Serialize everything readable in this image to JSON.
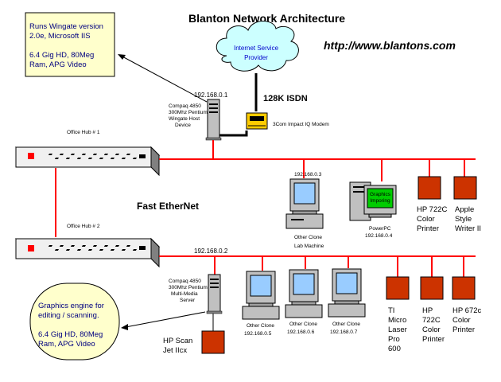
{
  "title": "Blanton Network Architecture",
  "url": "http://www.blantons.com",
  "colors": {
    "network_line": "#ff0000",
    "callout_fill": "#ffffcc",
    "callout_text": "#000080",
    "cloud_fill": "#ccffff",
    "cloud_text": "#0000cc",
    "printer_fill": "#cc3300",
    "monitor_screen": "#99ccff",
    "graphics_screen": "#00cc00",
    "modem_fill": "#ffcc00"
  },
  "callouts": {
    "top": {
      "line1": "Runs Wingate version",
      "line2": "2.0e, Microsoft IIS",
      "line3": "6.4 Gig HD, 80Meg",
      "line4": "Ram, APG Video"
    },
    "bottom": {
      "line1": "Graphics engine for",
      "line2": "editing / scanning.",
      "line3": "6.4 Gig HD, 80Meg",
      "line4": "Ram, APG Video"
    }
  },
  "isp": {
    "line1": "Internet Service",
    "line2": "Provider"
  },
  "isdn_label": "128K ISDN",
  "modem_label": "3Com Impact IQ Modem",
  "gateway": {
    "ip": "192.168.0.1",
    "line1": "Compaq 4850",
    "line2": "300Mhz Pentium",
    "line3": "Wingate Host",
    "line4": "Device"
  },
  "hub1_label": "Office Hub # 1",
  "hub2_label": "Office Hub # 2",
  "fast_ethernet_label": "Fast EtherNet",
  "lower_ip": "192.168.0.2",
  "media_server": {
    "line1": "Compaq 4850",
    "line2": "300Mhz Pentium",
    "line3": "Multi-Media",
    "line4": "Server"
  },
  "lab_machine": {
    "ip": "192.168.0.3",
    "line1": "Other Clone",
    "line2": "Lab Machine"
  },
  "powerpc": {
    "screen1": "Graphics",
    "screen2": "Imporing",
    "line1": "PowerPC",
    "ip": "192.168.0.4"
  },
  "clones": [
    {
      "name": "Other Clone",
      "ip": "192.168.0.5"
    },
    {
      "name": "Other Clone",
      "ip": "192.168.0.6"
    },
    {
      "name": "Other Clone",
      "ip": "192.168.0.7"
    }
  ],
  "printers_top": [
    {
      "line1": "HP 722C",
      "line2": "Color",
      "line3": "Printer"
    },
    {
      "line1": "Apple",
      "line2": "Style",
      "line3": "Writer II"
    }
  ],
  "printers_bottom": [
    {
      "line1": "TI",
      "line2": "Micro",
      "line3": "Laser",
      "line4": "Pro",
      "line5": "600"
    },
    {
      "line1": "HP",
      "line2": "722C",
      "line3": "Color",
      "line4": "Printer"
    },
    {
      "line1": "HP 672c",
      "line2": "Color",
      "line3": "Printer"
    }
  ],
  "scanner": {
    "line1": "HP Scan",
    "line2": "Jet IIcx"
  }
}
